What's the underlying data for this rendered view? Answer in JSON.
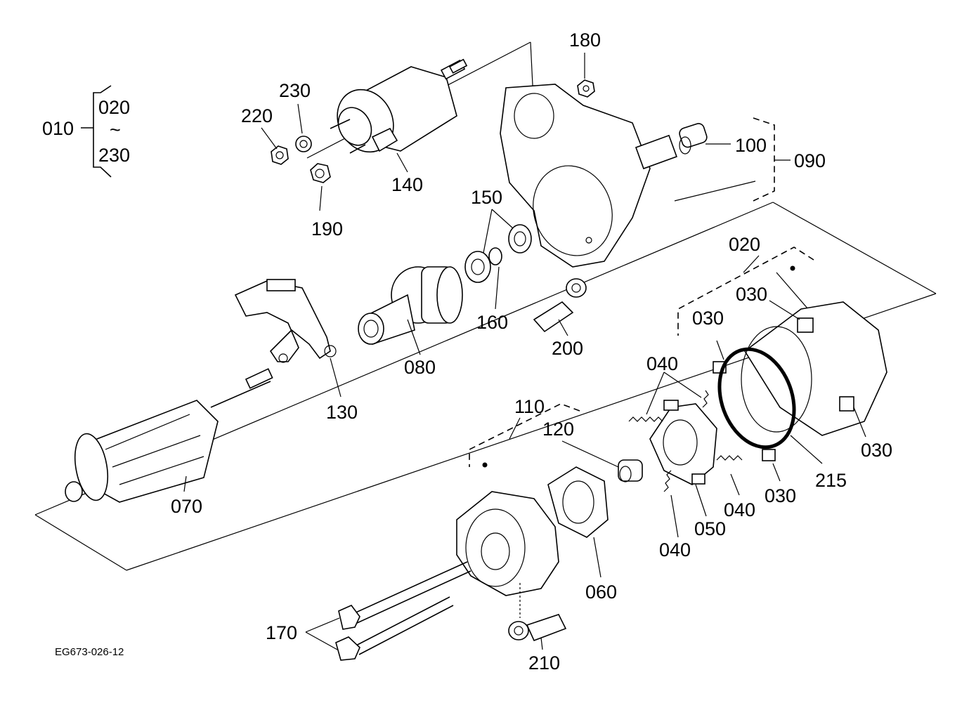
{
  "diagram": {
    "drawing_code": "EG673-026-12",
    "assembly": {
      "parent": "010",
      "range_from": "020",
      "range_sep": "~",
      "range_to": "230"
    },
    "callouts": [
      {
        "id": "p180",
        "label": "180"
      },
      {
        "id": "p230",
        "label": "230"
      },
      {
        "id": "p220",
        "label": "220"
      },
      {
        "id": "p140",
        "label": "140"
      },
      {
        "id": "p190",
        "label": "190"
      },
      {
        "id": "p100",
        "label": "100"
      },
      {
        "id": "p090",
        "label": "090"
      },
      {
        "id": "p150",
        "label": "150"
      },
      {
        "id": "p160",
        "label": "160"
      },
      {
        "id": "p200",
        "label": "200"
      },
      {
        "id": "p080",
        "label": "080"
      },
      {
        "id": "p130",
        "label": "130"
      },
      {
        "id": "p020",
        "label": "020"
      },
      {
        "id": "p030a",
        "label": "030"
      },
      {
        "id": "p030b",
        "label": "030"
      },
      {
        "id": "p030c",
        "label": "030"
      },
      {
        "id": "p030d",
        "label": "030"
      },
      {
        "id": "p040a",
        "label": "040"
      },
      {
        "id": "p040b",
        "label": "040"
      },
      {
        "id": "p040c",
        "label": "040"
      },
      {
        "id": "p215",
        "label": "215"
      },
      {
        "id": "p110",
        "label": "110"
      },
      {
        "id": "p120",
        "label": "120"
      },
      {
        "id": "p050",
        "label": "050"
      },
      {
        "id": "p060",
        "label": "060"
      },
      {
        "id": "p070",
        "label": "070"
      },
      {
        "id": "p170",
        "label": "170"
      },
      {
        "id": "p210",
        "label": "210"
      }
    ]
  }
}
